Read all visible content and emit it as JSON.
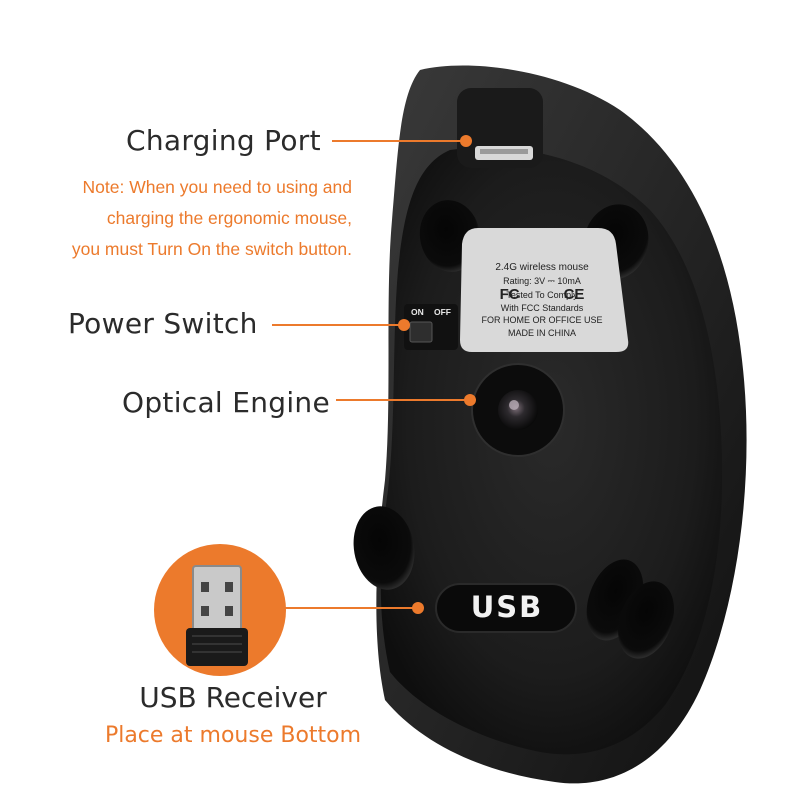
{
  "callouts": {
    "charging_port": "Charging Port",
    "note_lines": [
      "Note: When you need to using and",
      "charging the ergonomic mouse,",
      "you must Turn On the switch button."
    ],
    "power_switch": "Power Switch",
    "optical_engine": "Optical Engine"
  },
  "label_plate": {
    "model": "2.4G wireless mouse",
    "rating": "Rating: 3V ⎓ 10mA",
    "fcc_mark": "FC",
    "ce_mark": "CE",
    "line_tested": "Tested To Comply",
    "line_fcc": "With FCC Standards",
    "line_use": "FOR HOME OR OFFICE USE",
    "line_origin": "MADE IN CHINA"
  },
  "switch": {
    "on": "ON",
    "off": "OFF"
  },
  "usb_slot_label": "USB",
  "receiver": {
    "title": "USB Receiver",
    "subtitle": "Place at mouse Bottom"
  },
  "colors": {
    "accent": "#ec7a2c",
    "text": "#2b2b2b",
    "mouse_body": "#1e1e1e",
    "mouse_edge": "#0d0d0d"
  }
}
